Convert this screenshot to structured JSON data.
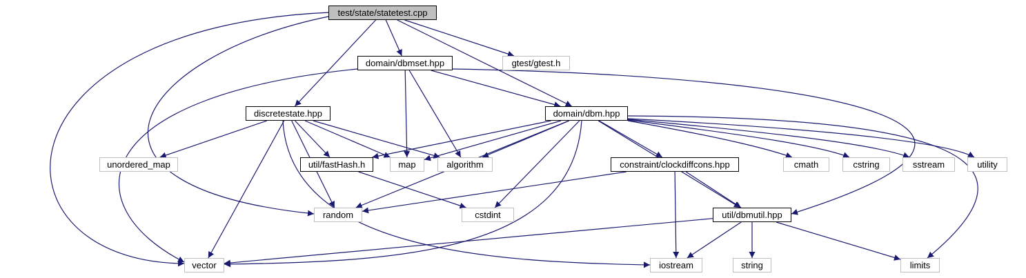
{
  "colors": {
    "edge": "#191970",
    "root_fill": "#bfbfbf",
    "system_border": "#bfbfbf"
  },
  "nodes": {
    "statetest": {
      "label": "test/state/statetest.cpp",
      "kind": "root"
    },
    "dbmset": {
      "label": "domain/dbmset.hpp",
      "kind": "project"
    },
    "gtest": {
      "label": "gtest/gtest.h",
      "kind": "system"
    },
    "discretestate": {
      "label": "discretestate.hpp",
      "kind": "project"
    },
    "dbm": {
      "label": "domain/dbm.hpp",
      "kind": "project"
    },
    "unordered_map": {
      "label": "unordered_map",
      "kind": "system"
    },
    "fasthash": {
      "label": "util/fastHash.h",
      "kind": "project"
    },
    "map": {
      "label": "map",
      "kind": "system"
    },
    "algorithm": {
      "label": "algorithm",
      "kind": "system"
    },
    "clockdiffcons": {
      "label": "constraint/clockdiffcons.hpp",
      "kind": "project"
    },
    "cmath": {
      "label": "cmath",
      "kind": "system"
    },
    "cstring": {
      "label": "cstring",
      "kind": "system"
    },
    "sstream": {
      "label": "sstream",
      "kind": "system"
    },
    "utility": {
      "label": "utility",
      "kind": "system"
    },
    "random": {
      "label": "random",
      "kind": "system"
    },
    "cstdint": {
      "label": "cstdint",
      "kind": "system"
    },
    "dbmutil": {
      "label": "util/dbmutil.hpp",
      "kind": "project"
    },
    "vector": {
      "label": "vector",
      "kind": "system"
    },
    "iostream": {
      "label": "iostream",
      "kind": "system"
    },
    "string": {
      "label": "string",
      "kind": "system"
    },
    "limits": {
      "label": "limits",
      "kind": "system"
    }
  },
  "edges": [
    [
      "statetest",
      "dbmset"
    ],
    [
      "statetest",
      "gtest"
    ],
    [
      "statetest",
      "discretestate"
    ],
    [
      "statetest",
      "dbm"
    ],
    [
      "statetest",
      "random"
    ],
    [
      "statetest",
      "vector"
    ],
    [
      "dbmset",
      "dbm"
    ],
    [
      "dbmset",
      "map"
    ],
    [
      "dbmset",
      "algorithm"
    ],
    [
      "dbmset",
      "dbmutil"
    ],
    [
      "dbmset",
      "vector"
    ],
    [
      "discretestate",
      "unordered_map"
    ],
    [
      "discretestate",
      "fasthash"
    ],
    [
      "discretestate",
      "map"
    ],
    [
      "discretestate",
      "algorithm"
    ],
    [
      "discretestate",
      "random"
    ],
    [
      "discretestate",
      "vector"
    ],
    [
      "discretestate",
      "iostream"
    ],
    [
      "dbm",
      "fasthash"
    ],
    [
      "dbm",
      "map"
    ],
    [
      "dbm",
      "algorithm"
    ],
    [
      "dbm",
      "clockdiffcons"
    ],
    [
      "dbm",
      "cmath"
    ],
    [
      "dbm",
      "cstring"
    ],
    [
      "dbm",
      "sstream"
    ],
    [
      "dbm",
      "utility"
    ],
    [
      "dbm",
      "random"
    ],
    [
      "dbm",
      "cstdint"
    ],
    [
      "dbm",
      "dbmutil"
    ],
    [
      "dbm",
      "vector"
    ],
    [
      "dbm",
      "limits"
    ],
    [
      "fasthash",
      "cstdint"
    ],
    [
      "clockdiffcons",
      "random"
    ],
    [
      "clockdiffcons",
      "dbmutil"
    ],
    [
      "clockdiffcons",
      "iostream"
    ],
    [
      "dbmutil",
      "vector"
    ],
    [
      "dbmutil",
      "iostream"
    ],
    [
      "dbmutil",
      "string"
    ],
    [
      "dbmutil",
      "limits"
    ]
  ]
}
